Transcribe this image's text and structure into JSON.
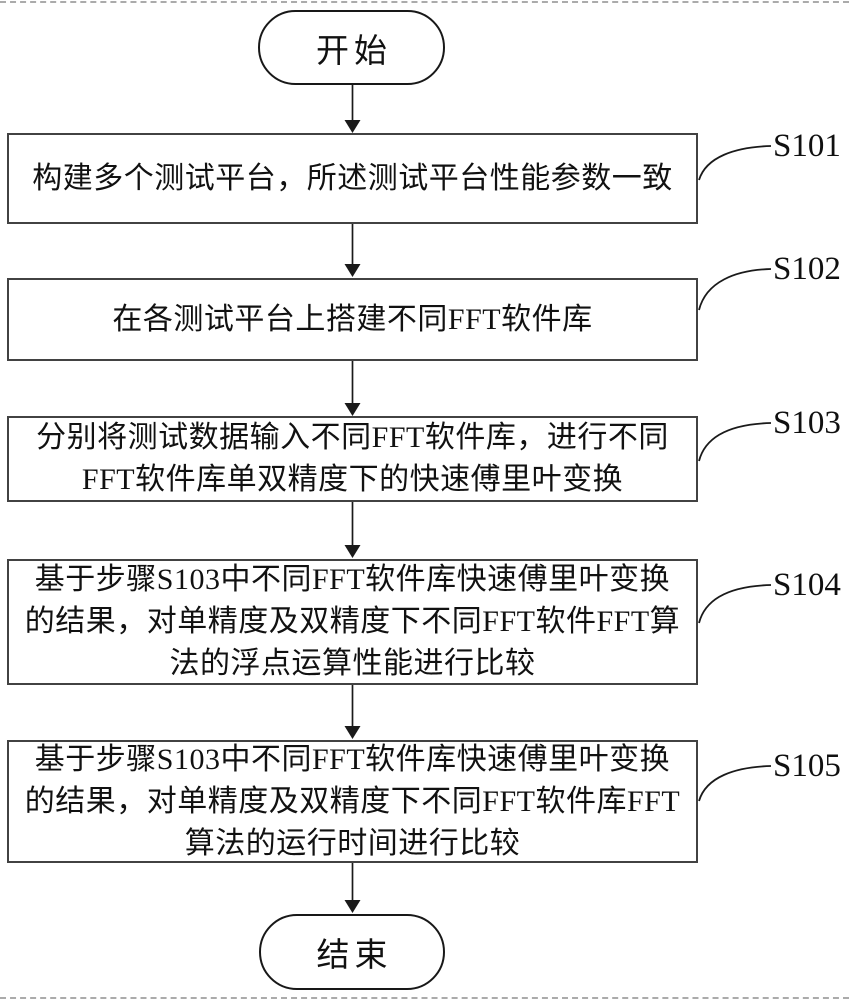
{
  "flowchart": {
    "start_label": "开始",
    "end_label": "结束",
    "steps": [
      {
        "id": "S101",
        "lines": [
          "构建多个测试平台，所述测试平台性能参数一致"
        ]
      },
      {
        "id": "S102",
        "lines": [
          "在各测试平台上搭建不同FFT软件库"
        ]
      },
      {
        "id": "S103",
        "lines": [
          "分别将测试数据输入不同FFT软件库，进行不同",
          "FFT软件库单双精度下的快速傅里叶变换"
        ]
      },
      {
        "id": "S104",
        "lines": [
          "基于步骤S103中不同FFT软件库快速傅里叶变换",
          "的结果，对单精度及双精度下不同FFT软件FFT算",
          "法的浮点运算性能进行比较"
        ]
      },
      {
        "id": "S105",
        "lines": [
          "基于步骤S103中不同FFT软件库快速傅里叶变换",
          "的结果，对单精度及双精度下不同FFT软件库FFT",
          "算法的运行时间进行比较"
        ]
      }
    ],
    "colors": {
      "line": "#1a1a1a",
      "box_border": "#424242",
      "background": "#ffffff"
    }
  }
}
